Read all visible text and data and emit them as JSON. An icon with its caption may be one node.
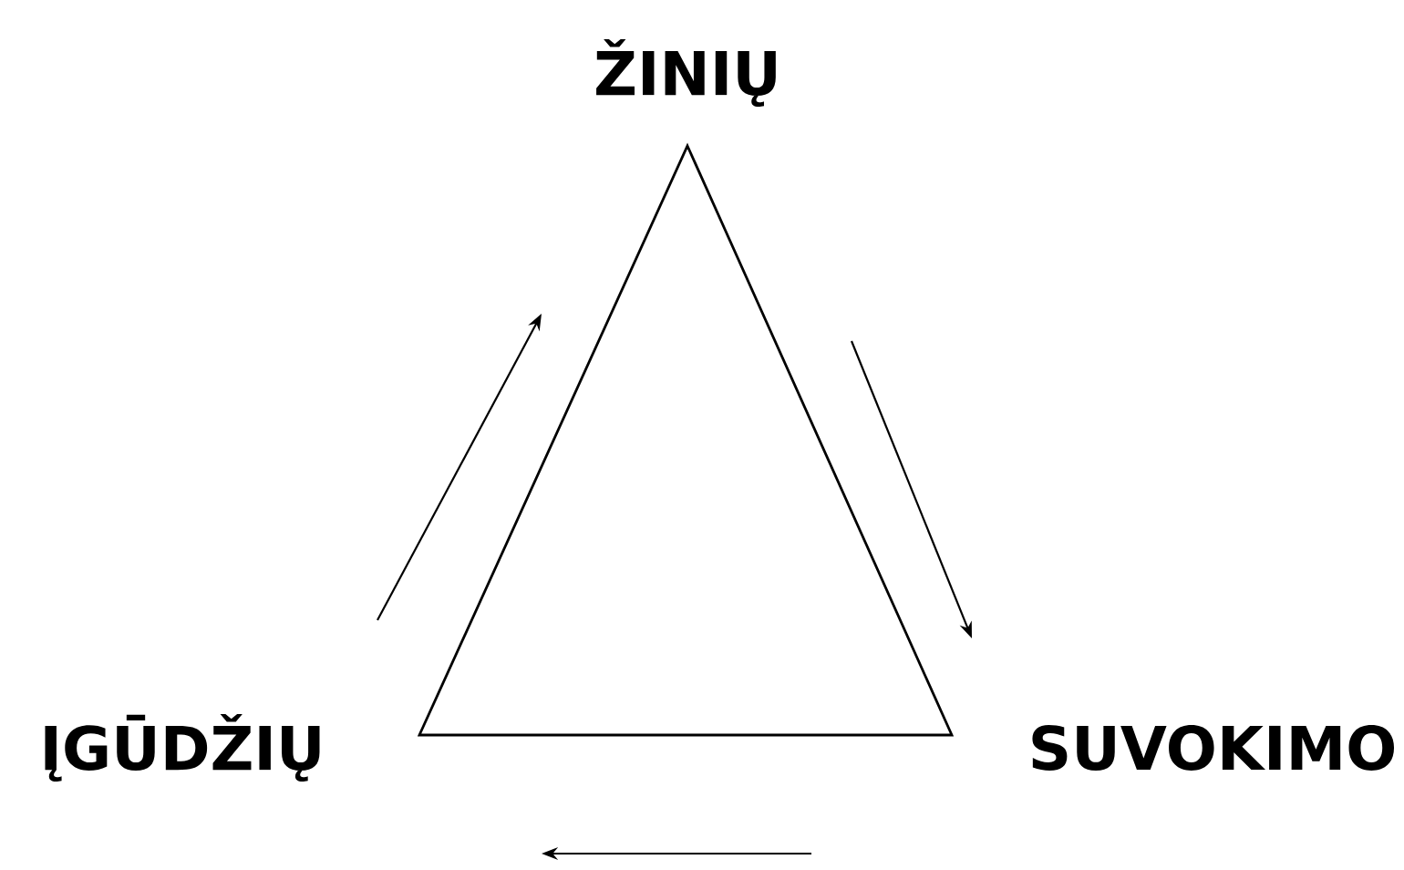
{
  "diagram": {
    "nodes": [
      {
        "text": [
          "ŽINIŲ"
        ]
      },
      {
        "text": [
          "SUVOKIMO"
        ]
      },
      {
        "text": [
          "ĮGŪDŽIŲ"
        ]
      }
    ]
  }
}
